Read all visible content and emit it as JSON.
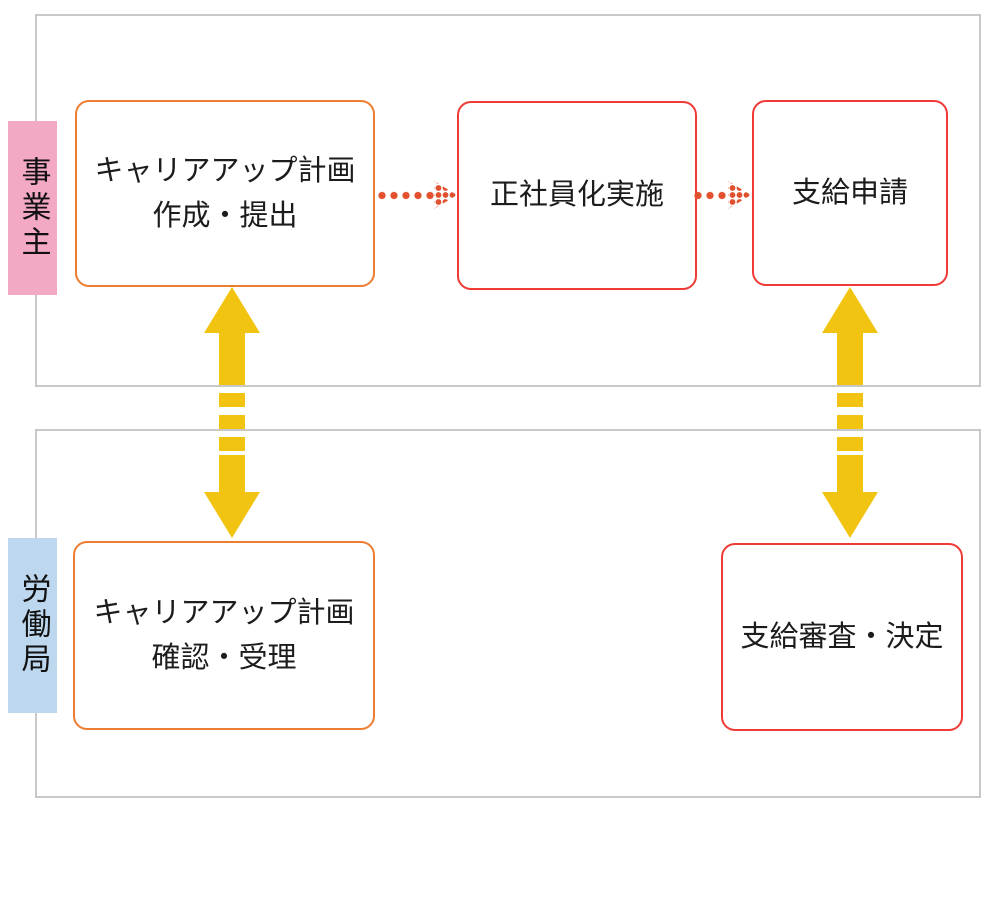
{
  "lanes": {
    "employer": {
      "label": "事業主",
      "bg_color": "#f3a8c6"
    },
    "labor_bureau": {
      "label": "労働局",
      "bg_color": "#bdd7ee"
    }
  },
  "boxes": {
    "plan_create": {
      "line1": "キャリアアップ計画",
      "line2": "作成・提出",
      "border_color": "#ed7d31"
    },
    "regular_employment": {
      "line1": "正社員化実施",
      "border_color": "#ef3a36"
    },
    "payment_application": {
      "line1": "支給申請",
      "border_color": "#ef3a36"
    },
    "plan_confirm": {
      "line1": "キャリアアップ計画",
      "line2": "確認・受理",
      "border_color": "#ed7d31"
    },
    "payment_review": {
      "line1": "支給審査・決定",
      "border_color": "#ef3a36"
    }
  },
  "arrows": {
    "dotted_arrow_color": "#e2512d",
    "double_arrow_color": "#f2c412",
    "flow_top": [
      "plan_create -> regular_employment",
      "regular_employment -> payment_application"
    ],
    "flow_vertical": [
      "plan_create <-> plan_confirm",
      "payment_application <-> payment_review"
    ]
  },
  "frame_color": "#c8c8c8"
}
